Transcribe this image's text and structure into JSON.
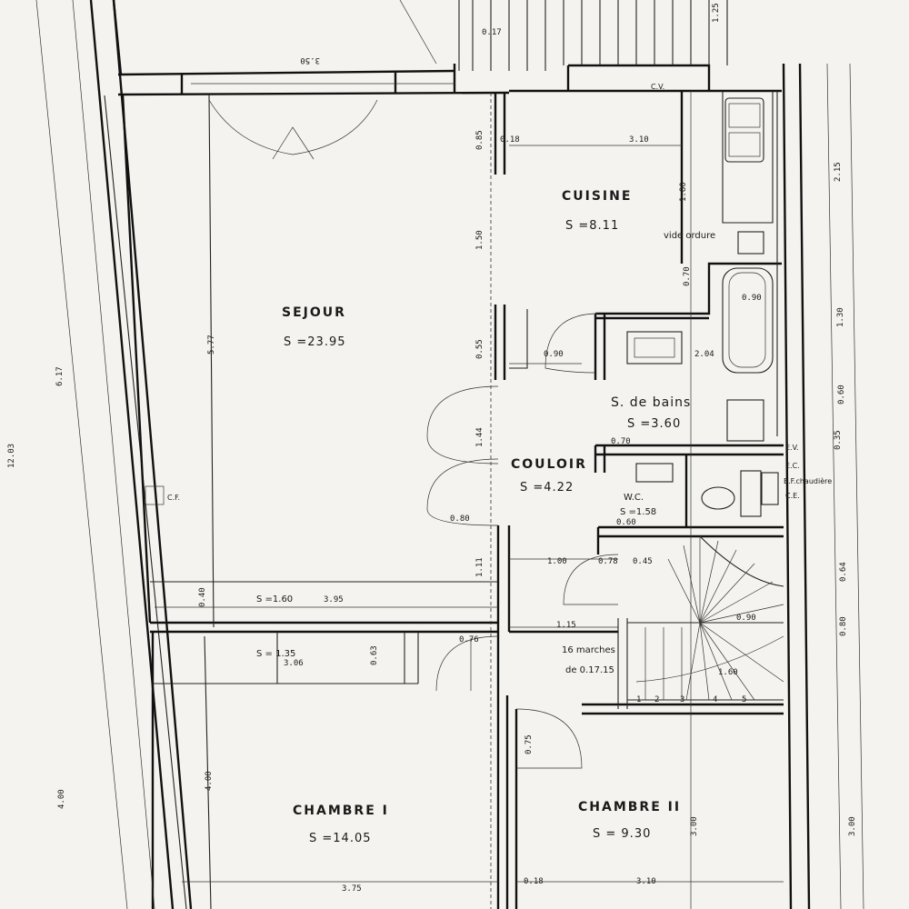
{
  "rooms": {
    "sejour": {
      "name": "SEJOUR",
      "area": "S =23.95"
    },
    "cuisine": {
      "name": "CUISINE",
      "area": "S =8.11"
    },
    "bain": {
      "name": "S. de bains",
      "area": "S =3.60"
    },
    "couloir": {
      "name": "COULOIR",
      "area": "S =4.22"
    },
    "wc": {
      "name": "W.C.",
      "area": "S =1.58"
    },
    "chambre1": {
      "name": "CHAMBRE I",
      "area": "S =14.05"
    },
    "chambre2": {
      "name": "CHAMBRE II",
      "area": "S = 9.30"
    },
    "placard1": {
      "area": "S =1.60"
    },
    "placard2": {
      "area": "S = 1.35"
    }
  },
  "labels": {
    "vide_ordure": "vide ordure",
    "chaudiere": "E.F.chaudière",
    "marches_1": "16 marches",
    "marches_2": "de 0.17.15",
    "cf": "C.F.",
    "cv": "C.V.",
    "ev": "E.V.",
    "ec": "E.C.",
    "ce": "C.E."
  },
  "dimensions": {
    "top_350": "3.50",
    "top_125": "1.25",
    "top_017": "0.17",
    "cuisine_310": "3.10",
    "cuisine_018": "0.18",
    "cuisine_085": "0.85",
    "cuisine_180": "1.80",
    "sejour_150": "1.50",
    "right_215": "2.15",
    "right_130": "1.30",
    "left_577": "5.77",
    "left_617": "6.17",
    "left_1203": "12.03",
    "d_090": "0.90",
    "d_204": "2.04",
    "d_055": "0.55",
    "d_070": "0.70",
    "d_070b": "0.70",
    "d_090b": "0.90",
    "d_144": "1.44",
    "d_080": "0.80",
    "d_060": "0.60",
    "d_100": "1.00",
    "d_078": "0.78",
    "d_045": "0.45",
    "d_111": "1.11",
    "d_040": "0.40",
    "d_395": "3.95",
    "d_115": "1.15",
    "d_076": "0.76",
    "d_090c": "0.90",
    "d_160": "1.60",
    "d_306": "3.06",
    "d_063": "0.63",
    "d_400a": "4.00",
    "d_400b": "4.00",
    "d_375": "3.75",
    "d_018": "0.18",
    "d_310b": "3.10",
    "d_300": "3.00",
    "d_300b": "3.00",
    "d_075": "0.75",
    "d_064": "0.64",
    "d_060r": "0.60",
    "d_080r": "0.80",
    "d_035": "0.35"
  },
  "stairs": {
    "numbers": [
      "1",
      "2",
      "3",
      "4",
      "5"
    ]
  }
}
